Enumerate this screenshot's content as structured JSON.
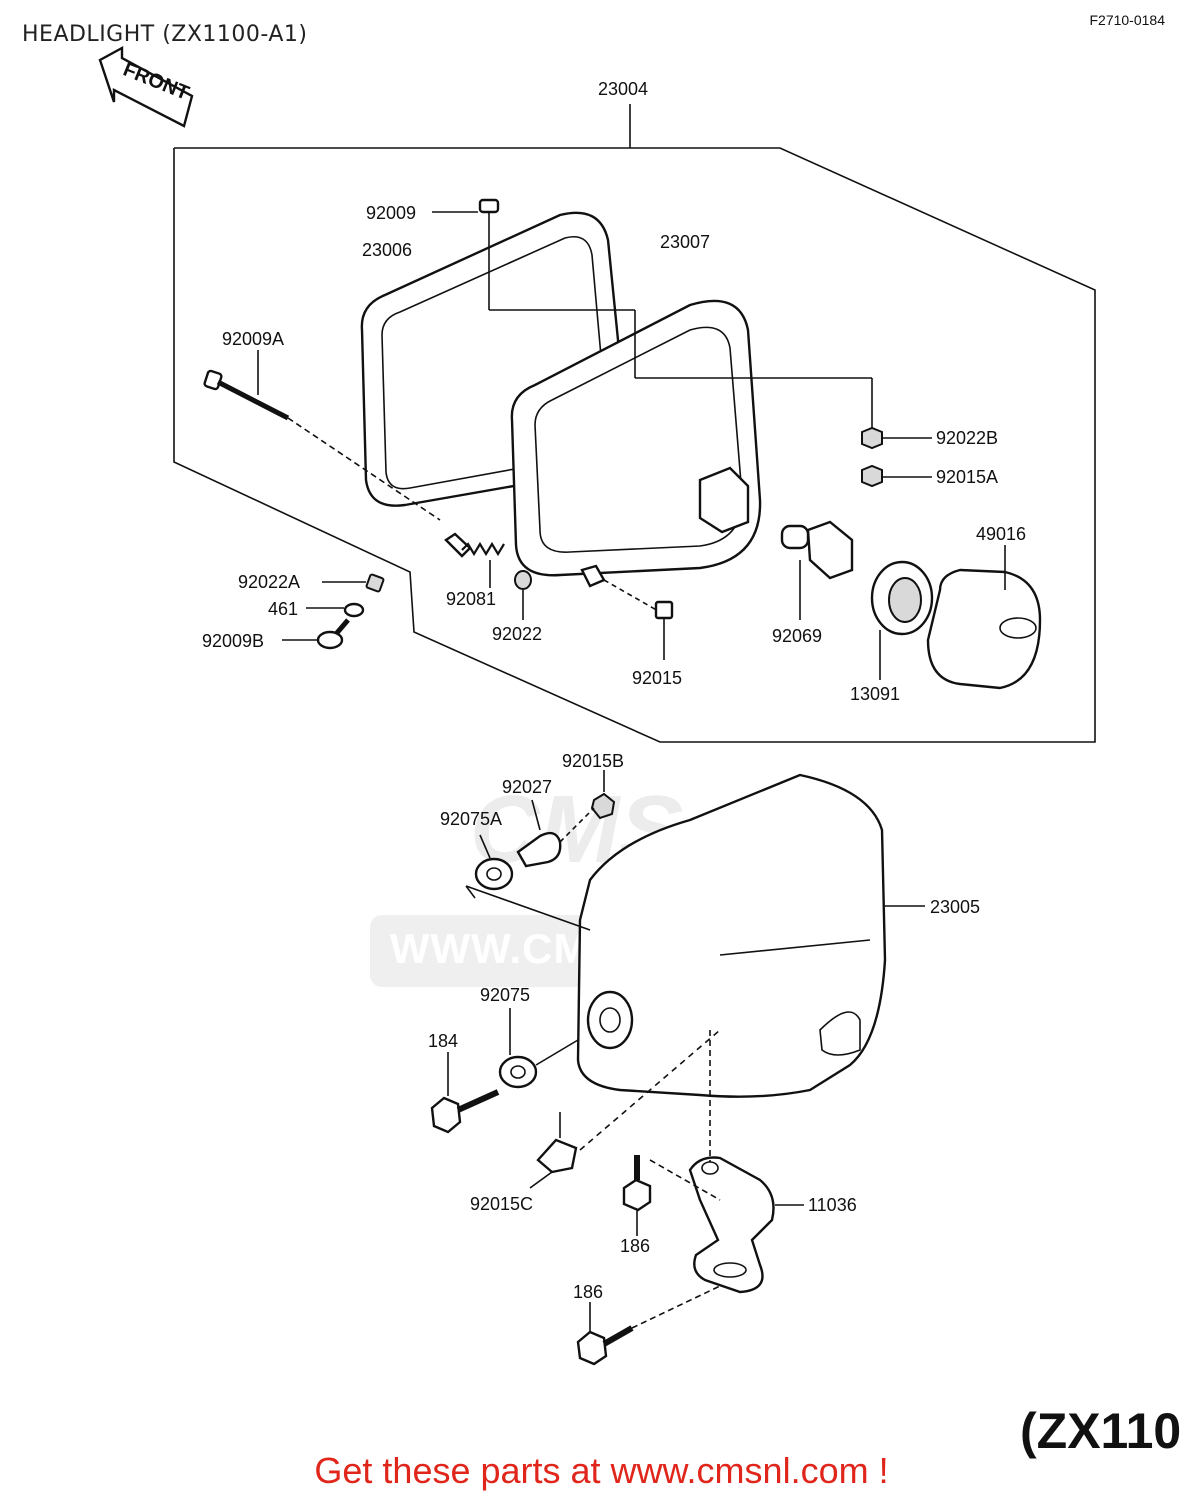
{
  "title": "HEADLIGHT (ZX1100-A1)",
  "ref_code": "F2710-0184",
  "front_label": "FRONT",
  "model_label": "(ZX110",
  "footer_text": "Get these parts at www.cmsnl.com !",
  "watermark": {
    "text": "WWW.CMSNL.COM",
    "logo": "CMS"
  },
  "colors": {
    "footer": "#e0251b",
    "line": "#111111",
    "watermark": "#ececec"
  },
  "parts": {
    "p23004": "23004",
    "p92009": "92009",
    "p23006": "23006",
    "p23007": "23007",
    "p92009A": "92009A",
    "p92022B": "92022B",
    "p92015A": "92015A",
    "p49016": "49016",
    "p92022A": "92022A",
    "p461": "461",
    "p92009B": "92009B",
    "p92081": "92081",
    "p92022": "92022",
    "p92069": "92069",
    "p92015": "92015",
    "p13091": "13091",
    "p92015B": "92015B",
    "p92027": "92027",
    "p92075A": "92075A",
    "p23005": "23005",
    "p92075": "92075",
    "p184": "184",
    "p92015C": "92015C",
    "p11036": "11036",
    "p186a": "186",
    "p186b": "186"
  }
}
